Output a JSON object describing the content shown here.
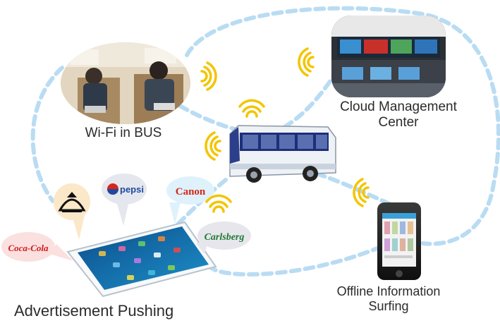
{
  "captions": {
    "wifi_bus": "Wi-Fi in BUS",
    "cloud_line1": "Cloud Management",
    "cloud_line2": "Center",
    "offline_line1": "Offline Information",
    "offline_line2": "Surfing",
    "advertisement": "Advertisement Pushing"
  },
  "brands": {
    "pepsi": "pepsi",
    "canon": "Canon",
    "carlsberg": "Carlsberg",
    "cocacola": "Coca-Cola"
  },
  "colors": {
    "dashed_link": "#b9dcf3",
    "wifi_signal": "#f2c500",
    "bus_body": "#eef2f6",
    "bus_stripe": "#1d2f7a",
    "pepsi_blue": "#1e4aa0",
    "canon_red": "#d62718",
    "carlsberg_green": "#1f7a34",
    "cocacola_red": "#d11a1a"
  }
}
